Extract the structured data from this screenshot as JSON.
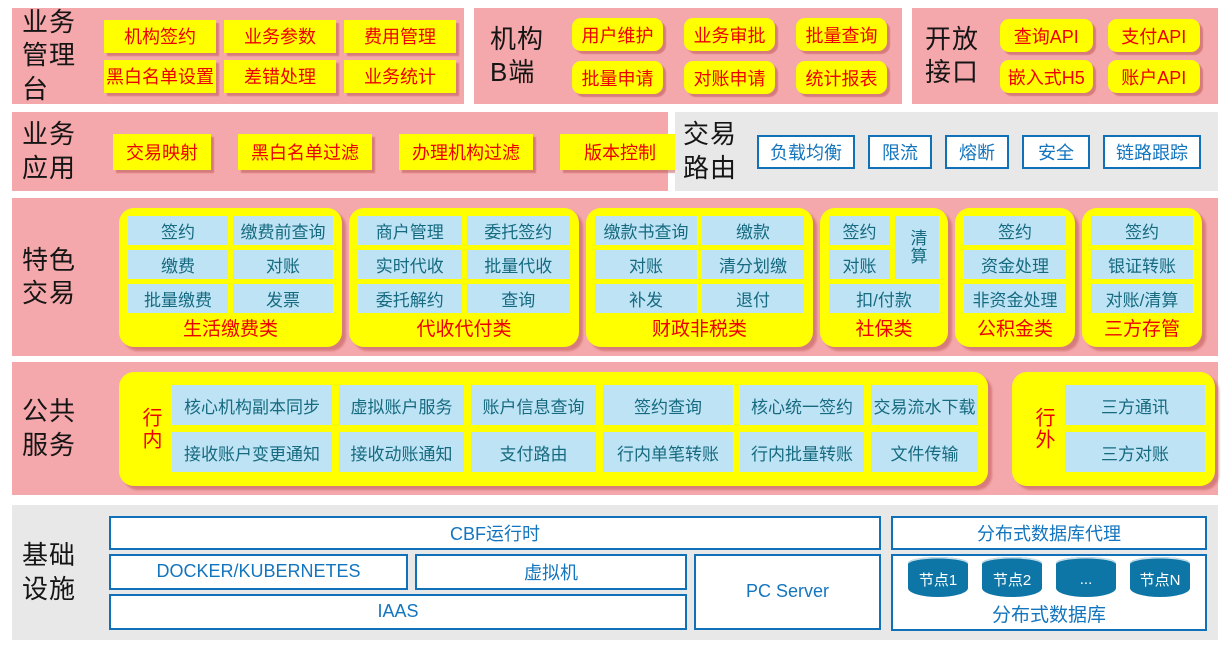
{
  "colors": {
    "pink": "#F5A8AB",
    "yellow": "#FFFF00",
    "red_text": "#EE0000",
    "light_blue": "#BEE3F4",
    "teal_text": "#166A80",
    "blue_border": "#1070B8",
    "blue_text": "#1375BE",
    "gray": "#E9E8E8"
  },
  "mgmt": {
    "title": "业务管理台",
    "items": [
      "机构签约",
      "业务参数",
      "费用管理",
      "黑白名单设置",
      "差错处理",
      "业务统计"
    ]
  },
  "orgb": {
    "title": "机构B端",
    "items": [
      "用户维护",
      "业务审批",
      "批量查询",
      "批量申请",
      "对账申请",
      "统计报表"
    ]
  },
  "openapi": {
    "title": "开放接口",
    "items": [
      "查询API",
      "支付API",
      "嵌入式H5",
      "账户API"
    ]
  },
  "bizapp": {
    "title": "业务应用",
    "items": [
      "交易映射",
      "黑白名单过滤",
      "办理机构过滤",
      "版本控制"
    ]
  },
  "route": {
    "title": "交易路由",
    "items": [
      "负载均衡",
      "限流",
      "熔断",
      "安全",
      "链路跟踪"
    ]
  },
  "featured": {
    "title": "特色交易",
    "groups": [
      {
        "label": "生活缴费类",
        "items": [
          "签约",
          "缴费前查询",
          "缴费",
          "对账",
          "批量缴费",
          "发票"
        ]
      },
      {
        "label": "代收代付类",
        "items": [
          "商户管理",
          "委托签约",
          "实时代收",
          "批量代收",
          "委托解约",
          "查询"
        ]
      },
      {
        "label": "财政非税类",
        "items": [
          "缴款书查询",
          "缴款",
          "对账",
          "清分划缴",
          "补发",
          "退付"
        ]
      },
      {
        "label": "社保类",
        "items": [
          "签约",
          "清算",
          "对账",
          "扣/付款"
        ]
      },
      {
        "label": "公积金类",
        "items": [
          "签约",
          "资金处理",
          "非资金处理"
        ]
      },
      {
        "label": "三方存管",
        "items": [
          "签约",
          "银证转账",
          "对账/清算"
        ]
      }
    ]
  },
  "public": {
    "title": "公共服务",
    "inner": {
      "label": "行内",
      "row1": [
        "核心机构副本同步",
        "虚拟账户服务",
        "账户信息查询",
        "签约查询",
        "核心统一签约",
        "交易流水下载"
      ],
      "row2": [
        "接收账户变更通知",
        "接收动账通知",
        "支付路由",
        "行内单笔转账",
        "行内批量转账",
        "文件传输"
      ]
    },
    "outer": {
      "label": "行外",
      "items": [
        "三方通讯",
        "三方对账"
      ]
    }
  },
  "infra": {
    "title": "基础设施",
    "cbf": "CBF运行时",
    "docker": "DOCKER/KUBERNETES",
    "vm": "虚拟机",
    "iaas": "IAAS",
    "pc": "PC Server",
    "proxy": "分布式数据库代理",
    "db": "分布式数据库",
    "nodes": [
      "节点1",
      "节点2",
      "...",
      "节点N"
    ]
  }
}
